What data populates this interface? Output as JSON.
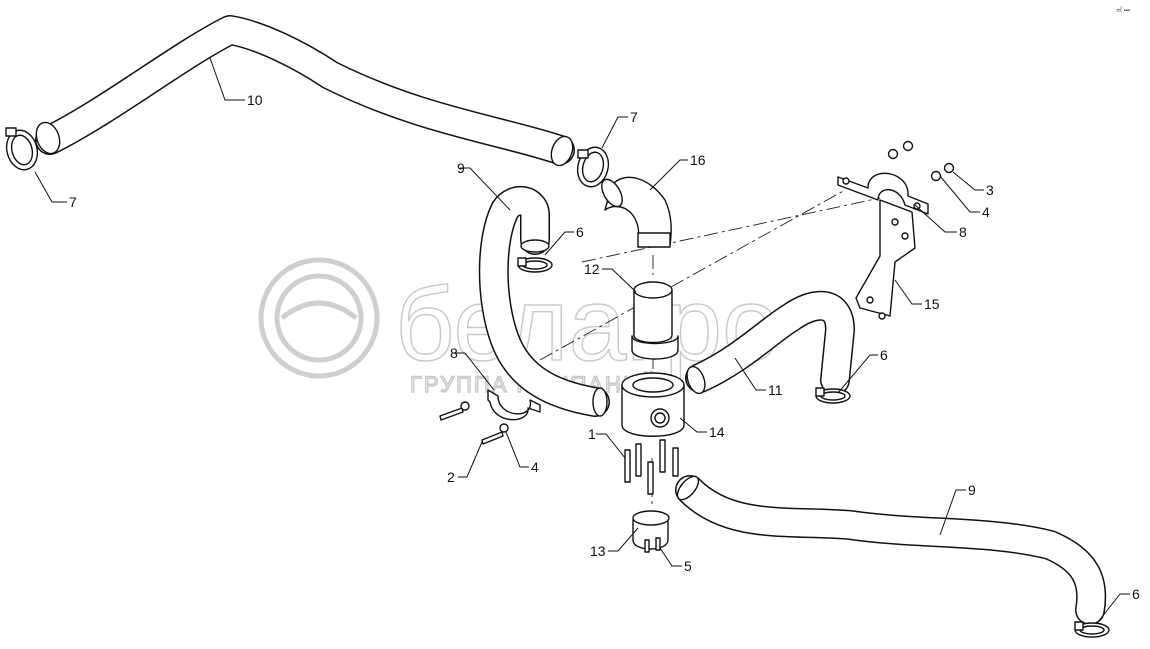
{
  "watermark": {
    "brand": "белагро",
    "subtitle": "ГРУППА КОМПАНИЙ"
  },
  "corner_mark": "㎡ ▪▪▪",
  "callouts": [
    {
      "id": "c-10",
      "text": "10"
    },
    {
      "id": "c-7a",
      "text": "7"
    },
    {
      "id": "c-7b",
      "text": "7"
    },
    {
      "id": "c-16",
      "text": "16"
    },
    {
      "id": "c-9a",
      "text": "9"
    },
    {
      "id": "c-6a",
      "text": "6"
    },
    {
      "id": "c-12",
      "text": "12"
    },
    {
      "id": "c-3",
      "text": "3"
    },
    {
      "id": "c-4a",
      "text": "4"
    },
    {
      "id": "c-8a",
      "text": "8"
    },
    {
      "id": "c-15",
      "text": "15"
    },
    {
      "id": "c-6b",
      "text": "6"
    },
    {
      "id": "c-11",
      "text": "11"
    },
    {
      "id": "c-8b",
      "text": "8"
    },
    {
      "id": "c-14",
      "text": "14"
    },
    {
      "id": "c-1",
      "text": "1"
    },
    {
      "id": "c-2",
      "text": "2"
    },
    {
      "id": "c-4b",
      "text": "4"
    },
    {
      "id": "c-9b",
      "text": "9"
    },
    {
      "id": "c-13",
      "text": "13"
    },
    {
      "id": "c-5",
      "text": "5"
    },
    {
      "id": "c-6c",
      "text": "6"
    }
  ]
}
